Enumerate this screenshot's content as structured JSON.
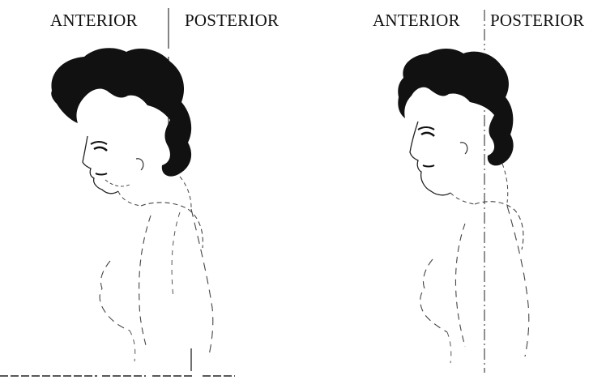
{
  "panels": [
    {
      "anterior_label": "ANTERIOR",
      "posterior_label": "POSTERIOR"
    },
    {
      "anterior_label": "ANTERIOR",
      "posterior_label": "POSTERIOR"
    }
  ],
  "colors": {
    "ink": "#111111",
    "line": "#555555"
  }
}
